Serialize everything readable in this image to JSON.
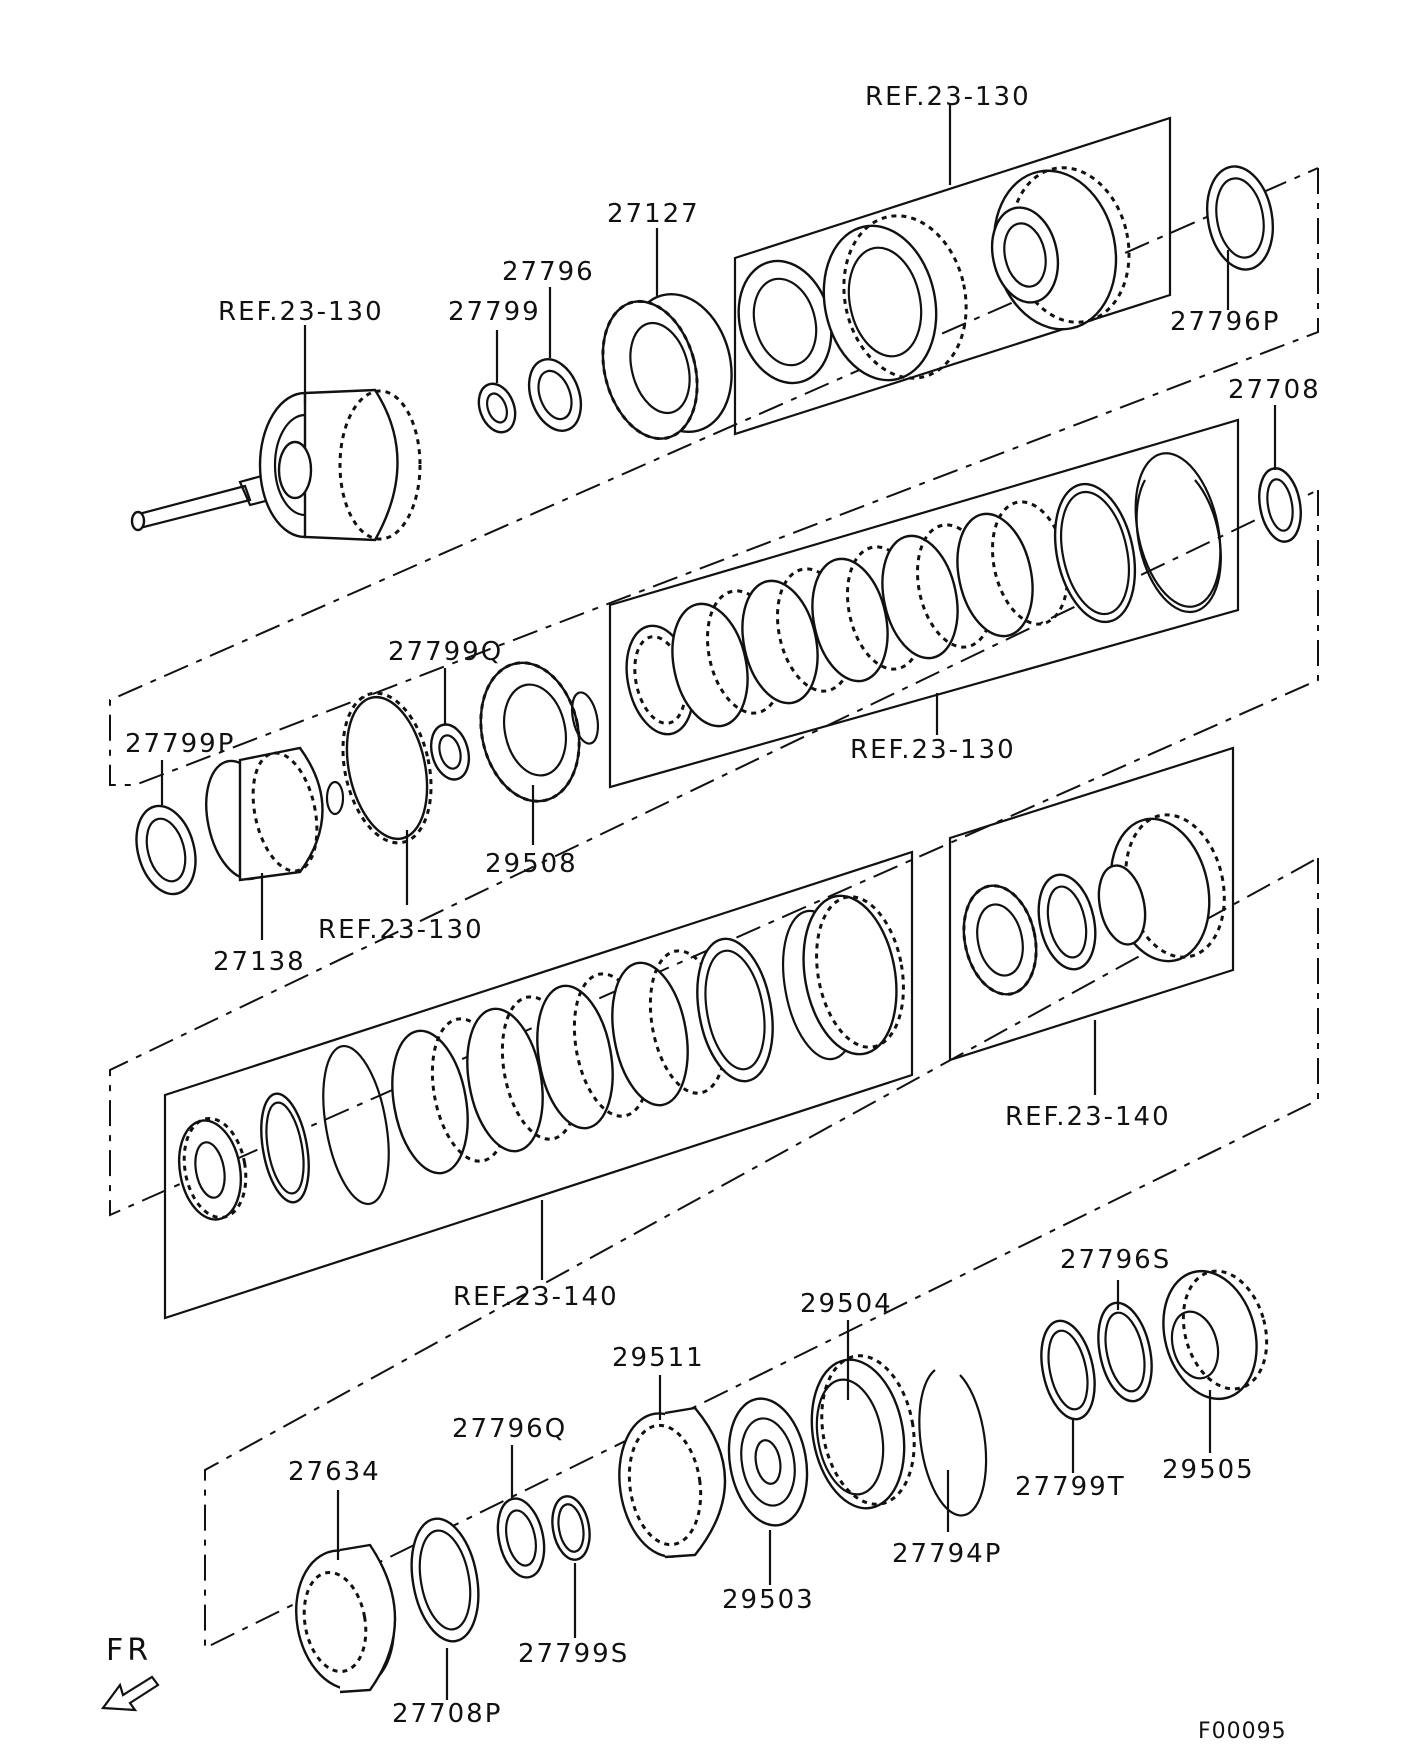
{
  "diagram": {
    "code": "F00095",
    "direction_label": "FR",
    "labels": {
      "ref_23_130_top": "REF.23-130",
      "ref_23_130_left": "REF.23-130",
      "ref_23_130_middle": "REF.23-130",
      "ref_23_130_lower": "REF.23-130",
      "ref_23_140_right": "REF.23-140",
      "ref_23_140_lower": "REF.23-140",
      "p27127": "27127",
      "p27796": "27796",
      "p27799": "27799",
      "p27796P": "27796P",
      "p27708": "27708",
      "p27799Q": "27799Q",
      "p27799P": "27799P",
      "p29508": "29508",
      "p27138": "27138",
      "p27796S": "27796S",
      "p29504": "29504",
      "p29511": "29511",
      "p27796Q": "27796Q",
      "p27634": "27634",
      "p27799T": "27799T",
      "p29505": "29505",
      "p27794P": "27794P",
      "p29503": "29503",
      "p27799S": "27799S",
      "p27708P": "27708P"
    }
  }
}
